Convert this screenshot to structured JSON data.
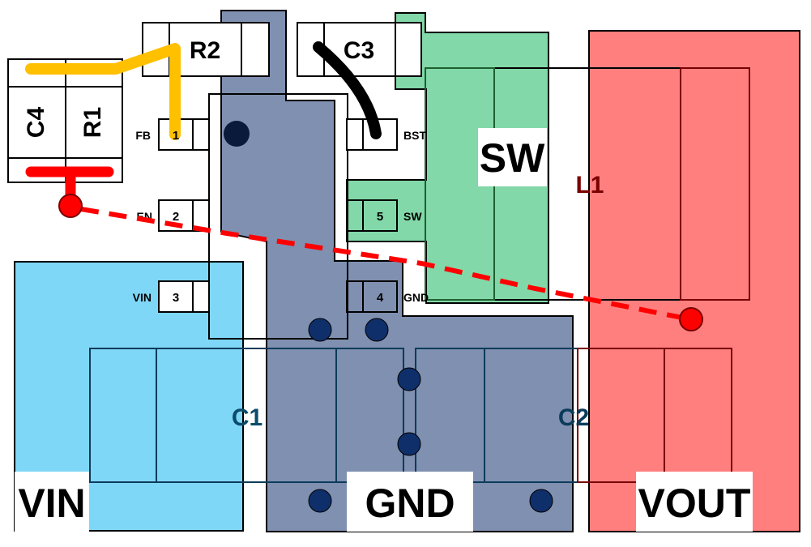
{
  "colors": {
    "background": "#ffffff",
    "vin_copper": "#7fd7f7",
    "gnd_copper": "#8090b0",
    "sw_copper": "#82d8a8",
    "vout_copper": "#ff7f7f",
    "feedback_trace": "#ffc000",
    "boot_trace": "#000000",
    "enable_trace": "#ff0000",
    "via": "#0f2f6a",
    "outline": "#000000"
  },
  "components": {
    "r2": "R2",
    "c3": "C3",
    "c4": "C4",
    "r1": "R1",
    "c1": "C1",
    "c2": "C2",
    "l1": "L1"
  },
  "pins": {
    "fb": {
      "name": "FB",
      "number": "1"
    },
    "en": {
      "name": "EN",
      "number": "2"
    },
    "vin": {
      "name": "VIN",
      "number": "3"
    },
    "gnd": {
      "name": "GND",
      "number": "4"
    },
    "sw": {
      "name": "SW",
      "number": "5"
    },
    "bst": {
      "name": "BST"
    }
  },
  "nets": {
    "sw": "SW",
    "vin": "VIN",
    "gnd": "GND",
    "vout": "VOUT"
  }
}
